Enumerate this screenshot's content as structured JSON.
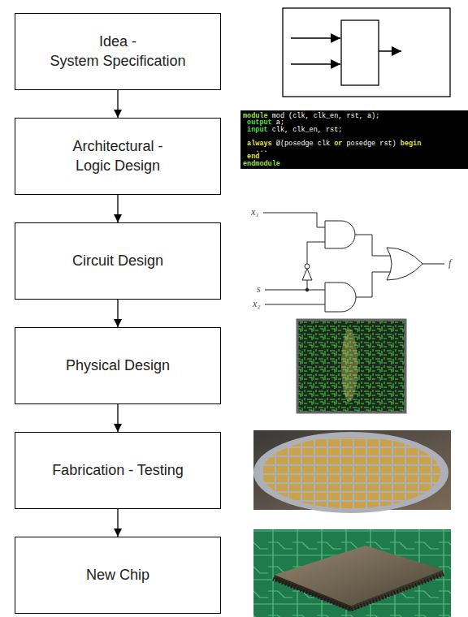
{
  "diagram": {
    "nodes": [
      {
        "text": [
          "Idea - System Specification"
        ]
      },
      {
        "text": [
          "Architectural - Logic Design"
        ]
      },
      {
        "text": [
          "Circuit Design"
        ]
      },
      {
        "text": [
          "Physical Design"
        ]
      },
      {
        "text": [
          "Fabrication - Testing"
        ]
      },
      {
        "text": [
          "New Chip"
        ]
      }
    ],
    "edges": [
      {
        "from": 0,
        "to": 1,
        "arrow": "to"
      },
      {
        "from": 1,
        "to": 2,
        "arrow": "to"
      },
      {
        "from": 2,
        "to": 3,
        "arrow": "to"
      },
      {
        "from": 3,
        "to": 4,
        "arrow": "to"
      },
      {
        "from": 4,
        "to": 5,
        "arrow": "to"
      }
    ],
    "labels": [
      "module",
      "mod (clk, clk_en, rst, a);",
      "output",
      "a;",
      "input",
      "clk, clk_en, rst;",
      "always",
      "@(posedge clk",
      "or",
      "posedge rst)",
      "begin",
      "...",
      "end",
      "endmodule",
      "x₁",
      "s",
      "x₂",
      "f"
    ]
  }
}
